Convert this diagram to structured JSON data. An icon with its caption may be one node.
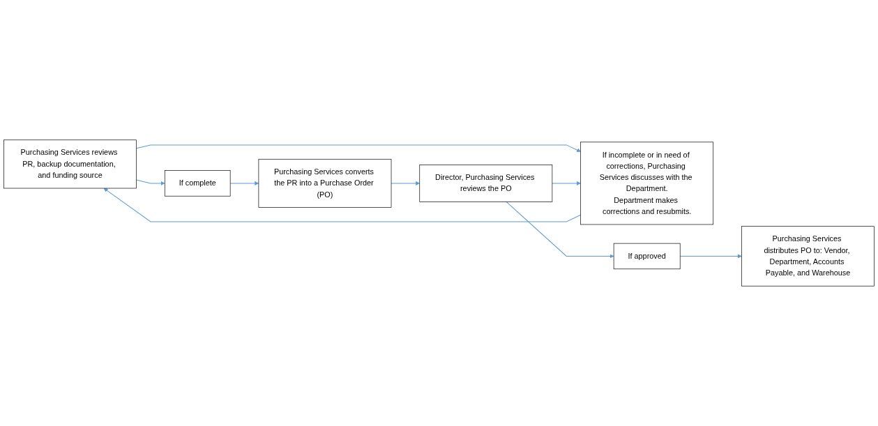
{
  "diagram": {
    "nodes": [
      {
        "text": [
          "Purchasing Services reviews PR, backup documentation, and funding source"
        ]
      },
      {
        "text": [
          "If complete"
        ]
      },
      {
        "text": [
          "If incomplete or in need of corrections, Purchasing Services discusses with the Department.",
          "Department makes corrections and resubmits."
        ]
      },
      {
        "text": [
          "Purchasing Services converts the PR into a Purchase Order (PO)"
        ]
      },
      {
        "text": [
          "Director, Purchasing Services reviews the PO"
        ]
      },
      {
        "text": [
          "If approved"
        ]
      },
      {
        "text": [
          "Purchasing Services distributes PO to: Vendor, Department, Accounts Payable, and Warehouse"
        ]
      }
    ],
    "edges": [
      {
        "from": 0,
        "to": 1,
        "arrow": "to"
      },
      {
        "from": 0,
        "to": 2,
        "arrow": "to"
      },
      {
        "from": 1,
        "to": 3,
        "arrow": "to"
      },
      {
        "from": 3,
        "to": 4,
        "arrow": "to"
      },
      {
        "from": 4,
        "to": 2,
        "arrow": "to"
      },
      {
        "from": 4,
        "to": 5,
        "arrow": "to"
      },
      {
        "from": 5,
        "to": 6,
        "arrow": "to"
      },
      {
        "from": 2,
        "to": 0,
        "arrow": "to"
      }
    ]
  }
}
